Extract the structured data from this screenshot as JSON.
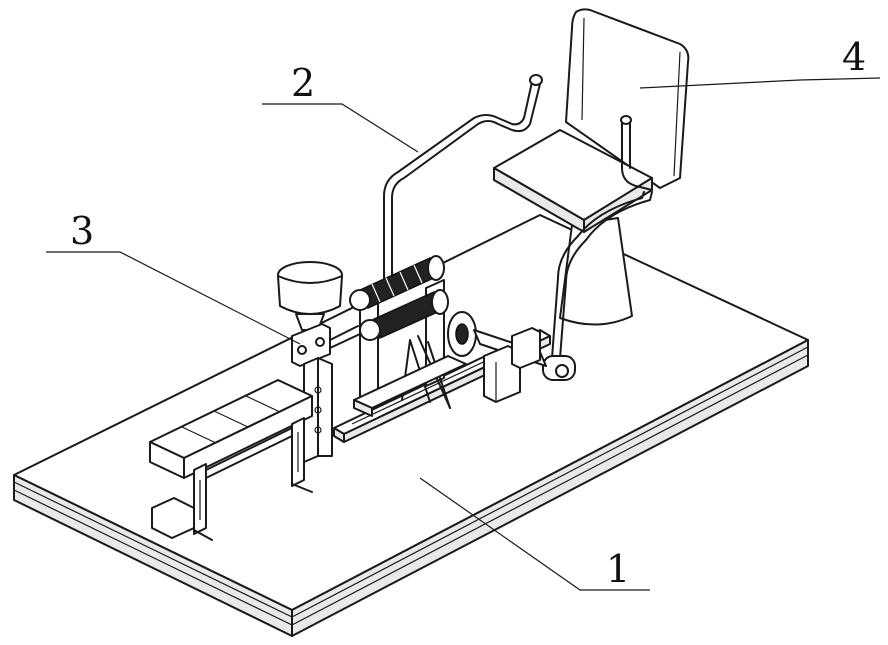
{
  "callouts": {
    "base": "1",
    "handle": "2",
    "feeder": "3",
    "seat": "4"
  },
  "colors": {
    "line": "#1a1a1a",
    "background": "#ffffff"
  }
}
